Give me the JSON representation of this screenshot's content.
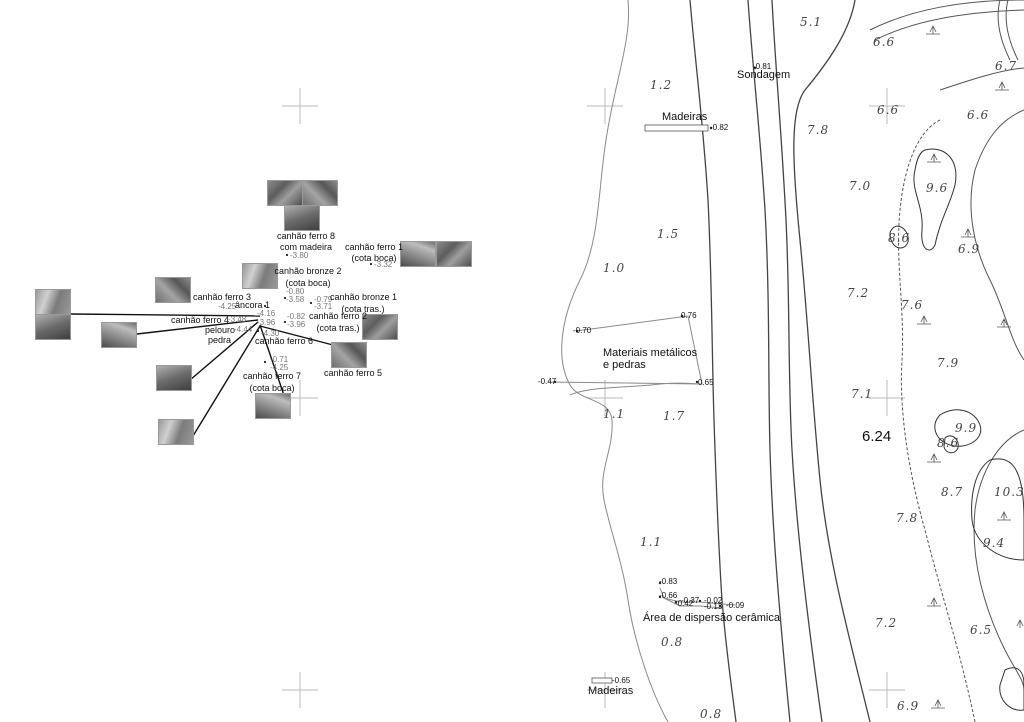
{
  "labels": {
    "sondagem": "Sondagem",
    "madeiras_top": "Madeiras",
    "materiais_1": "Materiais metálicos",
    "materiais_2": "e pedras",
    "area_ceramica": "Área de dispersão cerâmica",
    "madeiras_bottom": "Madeiras",
    "big_value": "6.24"
  },
  "cannons": {
    "cf8_1": "canhão ferro 8",
    "cf8_2": "com madeira",
    "cf8_val": "-3.80",
    "cf1_1": "canhão ferro 1",
    "cf1_2": "(cota boca)",
    "cf1_val": "-3.32",
    "cb2_1": "canhão bronze 2",
    "cb2_2": "(cota boca)",
    "cf3": "canhão ferro 3",
    "cf3_val": "-4.25",
    "v080": "-0.80",
    "v358": "-3.58",
    "v079": "-0.79",
    "v371": "-3.71",
    "cb1_1": "canhão bronze 1",
    "cb1_2": "(cota tras.)",
    "ancora": "âncora 1",
    "ancora_val": "-4.16",
    "cf4": "canhão ferro 4",
    "cf4_val": "-3.48",
    "v396": "-3.96",
    "v082": "-0.82",
    "v396b": "-3.96",
    "cf2_1": "canhão ferro 2",
    "cf2_2": "(cota tras.)",
    "pelouro": "pelouro",
    "pelouro_val": "-4.44",
    "pedra": "pedra",
    "v430": "-4.30",
    "cf6": "canhão ferro 6",
    "v071": "-0.71",
    "v425": "-4.25",
    "cf7_1": "canhão ferro 7",
    "cf7_2": "(cota boca)",
    "cf5": "canhão ferro 5"
  },
  "survey_points": {
    "p081": "-0.81",
    "p082": "-0.82",
    "p076": "0.76",
    "p070": "-0.70",
    "p047": "-0.47",
    "p065": "0.65",
    "p083": "-0.83",
    "p066": "-0.66",
    "p037": "-0.37",
    "p042": "-0.42",
    "p002": "-0.02",
    "p013": "-0.13",
    "p009": "-0.09",
    "p065b": "-0.65"
  },
  "depths": [
    {
      "id": "d51",
      "text": "5.1"
    },
    {
      "id": "d66a",
      "text": "6.6"
    },
    {
      "id": "d67",
      "text": "6.7"
    },
    {
      "id": "d12",
      "text": "1.2"
    },
    {
      "id": "d66b",
      "text": "6.6"
    },
    {
      "id": "d66c",
      "text": "6.6"
    },
    {
      "id": "d78a",
      "text": "7.8"
    },
    {
      "id": "d70",
      "text": "7.0"
    },
    {
      "id": "d96",
      "text": "9.6"
    },
    {
      "id": "d15",
      "text": "1.5"
    },
    {
      "id": "d86a",
      "text": "8.6"
    },
    {
      "id": "d69a",
      "text": "6.9"
    },
    {
      "id": "d10",
      "text": "1.0"
    },
    {
      "id": "d72",
      "text": "7.2"
    },
    {
      "id": "d76",
      "text": "7.6"
    },
    {
      "id": "d79",
      "text": "7.9"
    },
    {
      "id": "d71",
      "text": "7.1"
    },
    {
      "id": "d11a",
      "text": "1.1"
    },
    {
      "id": "d17",
      "text": "1.7"
    },
    {
      "id": "d99",
      "text": "9.9"
    },
    {
      "id": "d86b",
      "text": "8.6"
    },
    {
      "id": "d87",
      "text": "8.7"
    },
    {
      "id": "d103",
      "text": "10.3"
    },
    {
      "id": "d78b",
      "text": "7.8"
    },
    {
      "id": "d94",
      "text": "9.4"
    },
    {
      "id": "d11b",
      "text": "1.1"
    },
    {
      "id": "d72b",
      "text": "7.2"
    },
    {
      "id": "d65",
      "text": "6.5"
    },
    {
      "id": "d08a",
      "text": "0.8"
    },
    {
      "id": "d08b",
      "text": "0.8"
    },
    {
      "id": "d69b",
      "text": "6.9"
    }
  ],
  "colors": {
    "line": "#444444",
    "thin_line": "#8a8a8a",
    "grid_cross": "#bbbbbb",
    "text": "#111111"
  }
}
